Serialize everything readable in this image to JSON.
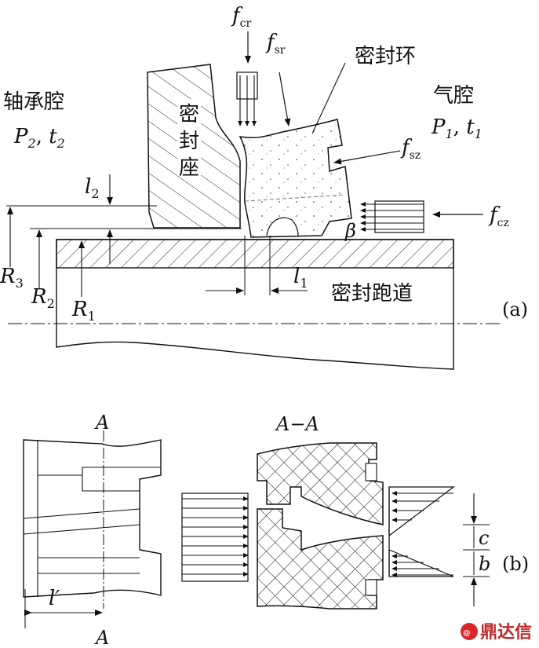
{
  "part_a": {
    "bearing_cavity": "轴承腔",
    "bearing_cavity_params": {
      "p": "P",
      "p_sub": "2",
      "sep": ", ",
      "t": "t",
      "t_sub": "2"
    },
    "gas_cavity": "气腔",
    "gas_cavity_params": {
      "p": "P",
      "p_sub": "1",
      "sep": ", ",
      "t": "t",
      "t_sub": "1"
    },
    "seal_seat": [
      "密",
      "封",
      "座"
    ],
    "seal_ring": "密封环",
    "seal_runway": "密封跑道",
    "forces": {
      "fcr": {
        "main": "f",
        "sub": "cr"
      },
      "fsr": {
        "main": "f",
        "sub": "sr"
      },
      "fsz": {
        "main": "f",
        "sub": "sz"
      },
      "fcz": {
        "main": "f",
        "sub": "cz"
      }
    },
    "dims": {
      "l2": {
        "main": "l",
        "sub": "2"
      },
      "l1": {
        "main": "l",
        "sub": "1"
      },
      "R3": {
        "main": "R",
        "sub": "3"
      },
      "R2": {
        "main": "R",
        "sub": "2"
      },
      "R1": {
        "main": "R",
        "sub": "1"
      },
      "beta": "β"
    },
    "panel_label": "(a)"
  },
  "part_b": {
    "section_mark_top": "A",
    "section_mark_bottom": "A",
    "section_title": "A−A",
    "l_prime": "l′",
    "c": "c",
    "b": "b",
    "panel_label": "(b)"
  },
  "watermark": "鼎达信"
}
